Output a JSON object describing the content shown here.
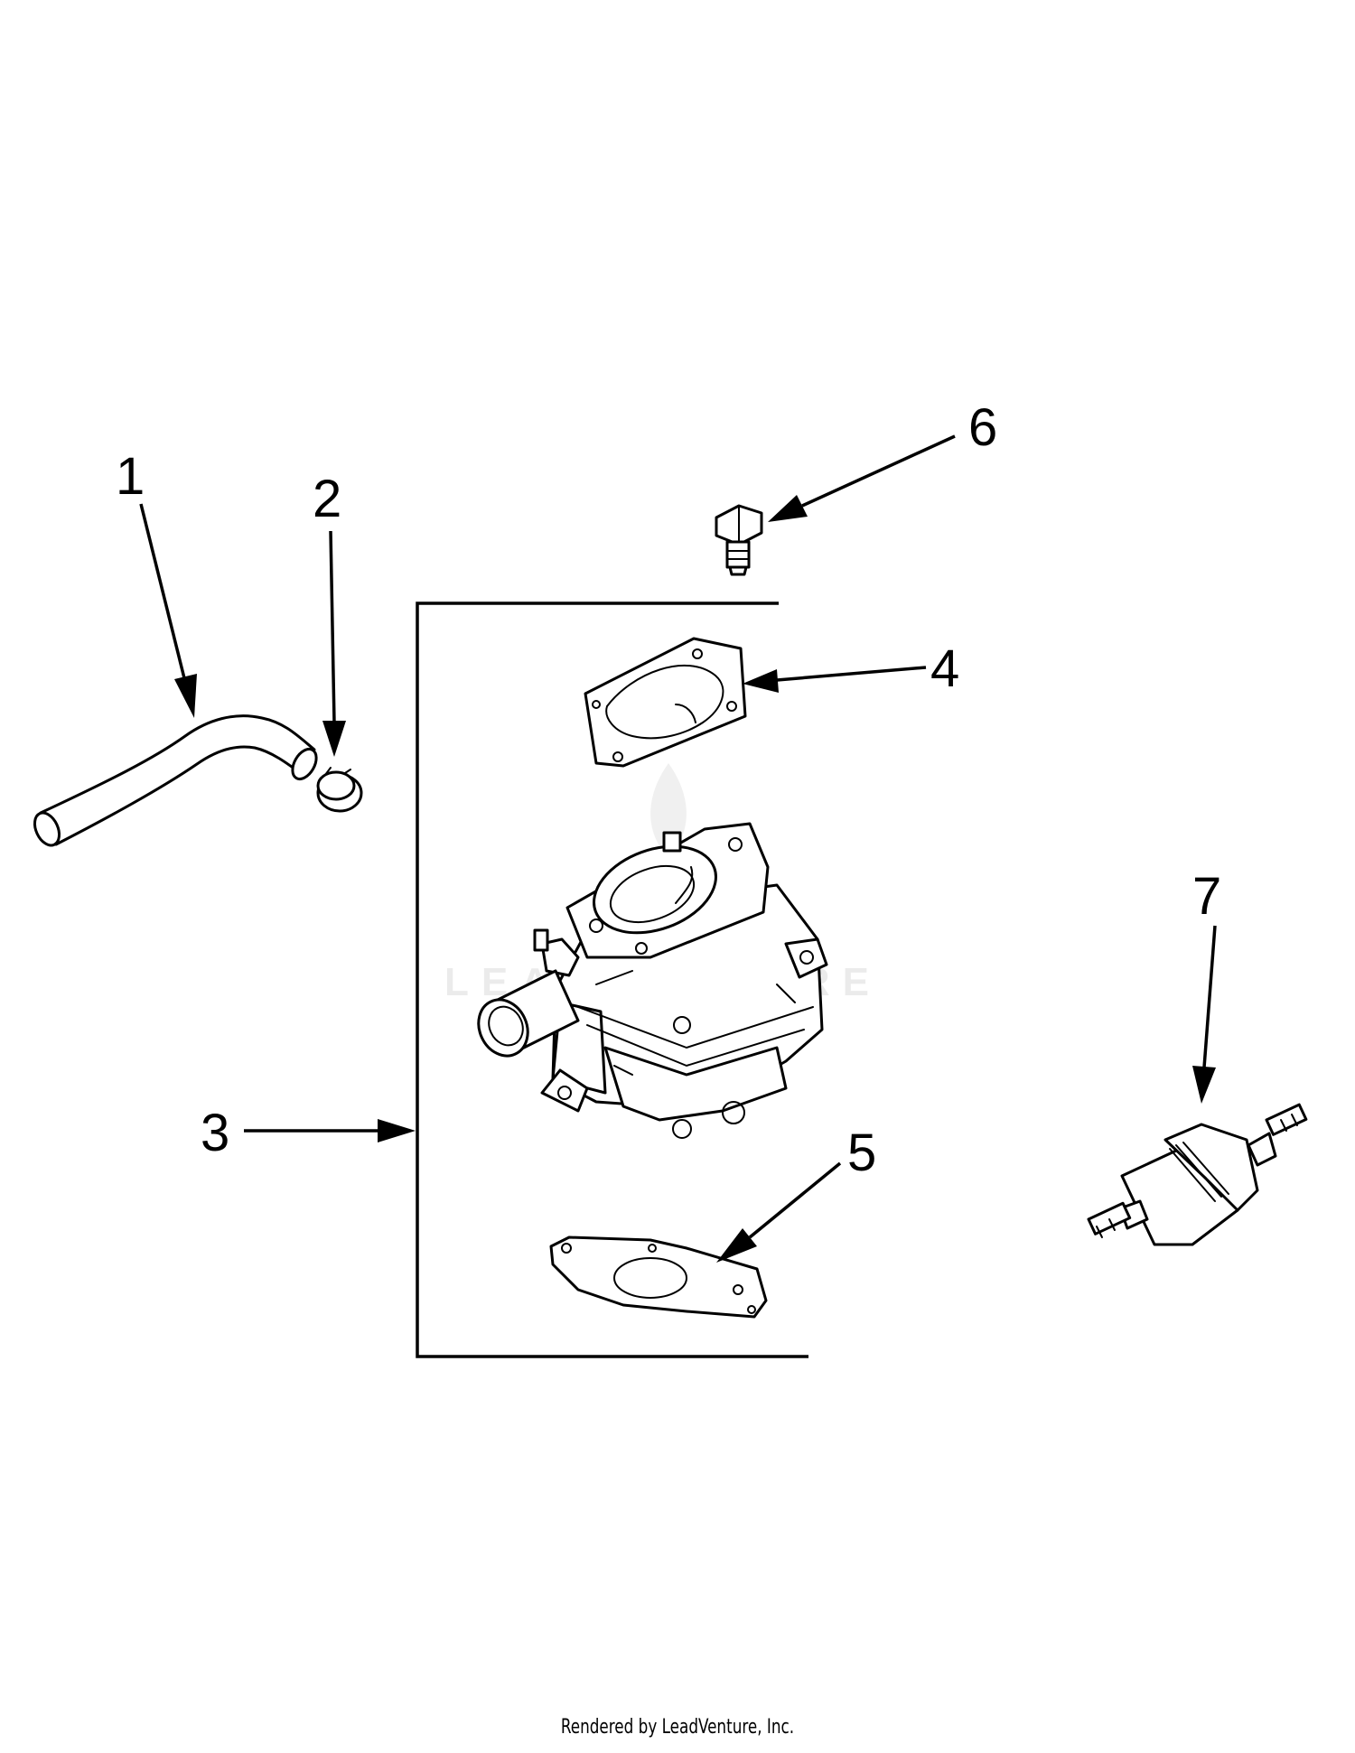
{
  "diagram": {
    "callouts": [
      {
        "id": "1",
        "label": "1"
      },
      {
        "id": "2",
        "label": "2"
      },
      {
        "id": "3",
        "label": "3"
      },
      {
        "id": "4",
        "label": "4"
      },
      {
        "id": "5",
        "label": "5"
      },
      {
        "id": "6",
        "label": "6"
      },
      {
        "id": "7",
        "label": "7"
      }
    ],
    "watermark": "LEADVENTURE"
  },
  "footer": {
    "text": "Rendered by LeadVenture, Inc."
  }
}
